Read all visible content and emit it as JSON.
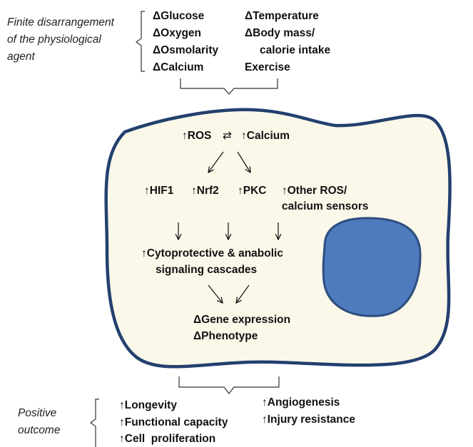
{
  "top_label": {
    "line1": "Finite disarrangement",
    "line2": "of the physiological",
    "line3": "agent"
  },
  "agents_left": [
    "ΔGlucose",
    "ΔOxygen",
    "ΔOsmolarity",
    "ΔCalcium"
  ],
  "agents_right": [
    "ΔTemperature",
    "ΔBody mass/",
    "calorie intake",
    "Exercise"
  ],
  "cell": {
    "ros_calcium": {
      "ros": "↑ROS",
      "exchange": "⇄",
      "calcium": "↑Calcium"
    },
    "sensors": {
      "hif1": "↑HIF1",
      "nrf2": "↑Nrf2",
      "pkc": "↑PKC",
      "other_line1": "↑Other ROS/",
      "other_line2": "calcium sensors"
    },
    "cascades": {
      "line1": "↑Cytoprotective & anabolic",
      "line2": "signaling cascades"
    },
    "outcome": {
      "gene": "ΔGene expression",
      "phenotype": "ΔPhenotype"
    }
  },
  "bottom_label": {
    "line1": "Positive",
    "line2": "outcome"
  },
  "outcomes_left": [
    "↑Longevity",
    "↑Functional capacity",
    "↑Cell  proliferation"
  ],
  "outcomes_right": [
    "↑Angiogenesis",
    "↑Injury resistance"
  ],
  "colors": {
    "cytoplasm": "#fbf8ea",
    "membrane": "#23406e",
    "nucleus": "#4e7bbd",
    "nucleus_edge": "#2d4f80"
  }
}
